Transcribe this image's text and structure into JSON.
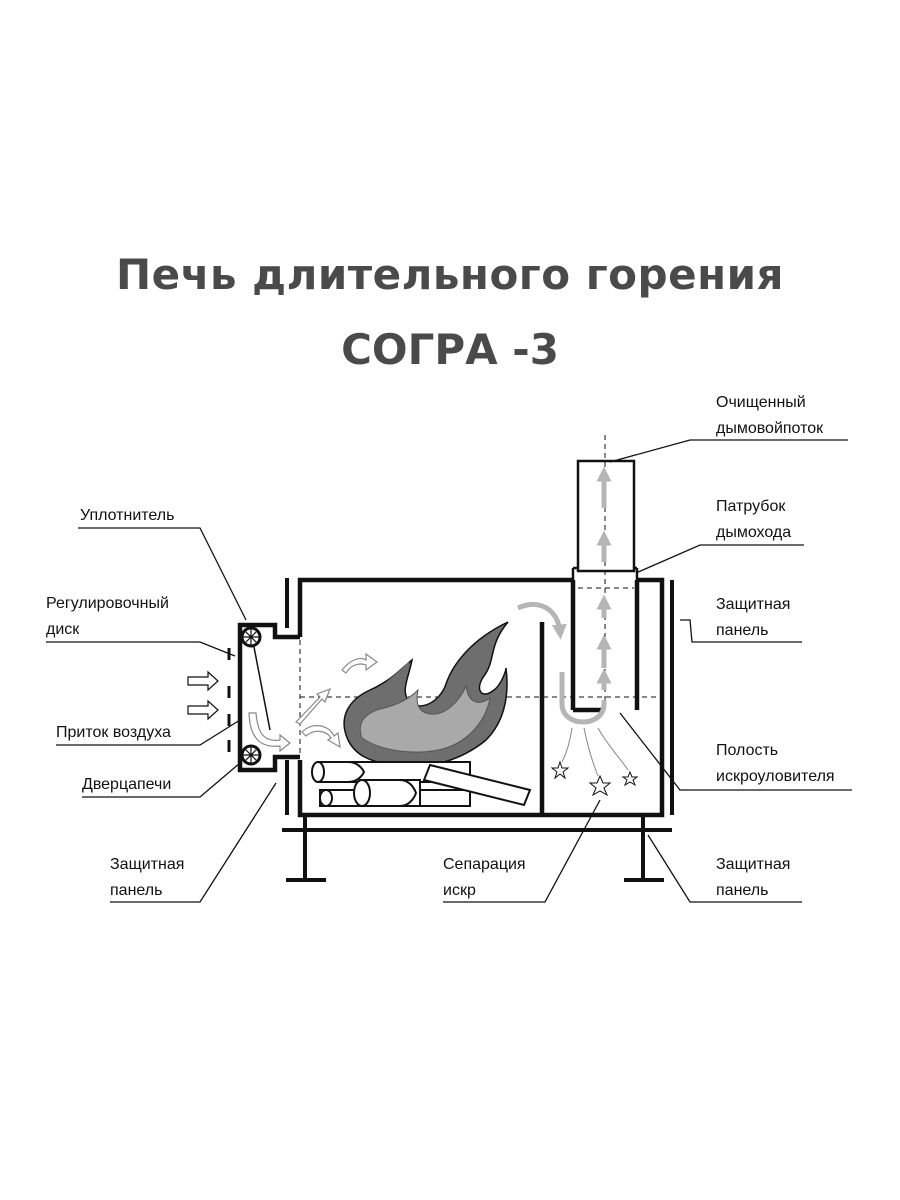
{
  "title": {
    "line1": "Печь длительного горения",
    "line2": "СОГРА -3"
  },
  "labels": {
    "clean_smoke_line1": "Очищенный",
    "clean_smoke_line2": "дымовойпоток",
    "chimney_pipe_line1": "Патрубок",
    "chimney_pipe_line2": "дымохода",
    "sealant": "Уплотнитель",
    "adjust_disc_line1": "Регулировочный",
    "adjust_disc_line2": "диск",
    "air_inflow": "Приток воздуха",
    "stove_door": "Дверцапечи",
    "protect_panel_left_line1": "Защитная",
    "protect_panel_left_line2": "панель",
    "protect_panel_right_top_line1": "Защитная",
    "protect_panel_right_top_line2": "панель",
    "spark_cavity_line1": "Полость",
    "spark_cavity_line2": "искроуловителя",
    "spark_separation_line1": "Сепарация",
    "spark_separation_line2": "искр",
    "protect_panel_right_bottom_line1": "Защитная",
    "protect_panel_right_bottom_line2": "панель"
  },
  "colors": {
    "outline": "#111111",
    "arrow_gray": "#b5b5b5",
    "flame_dark": "#6e6e6e",
    "flame_light": "#a9a9a9",
    "title": "#4a4a4a"
  }
}
